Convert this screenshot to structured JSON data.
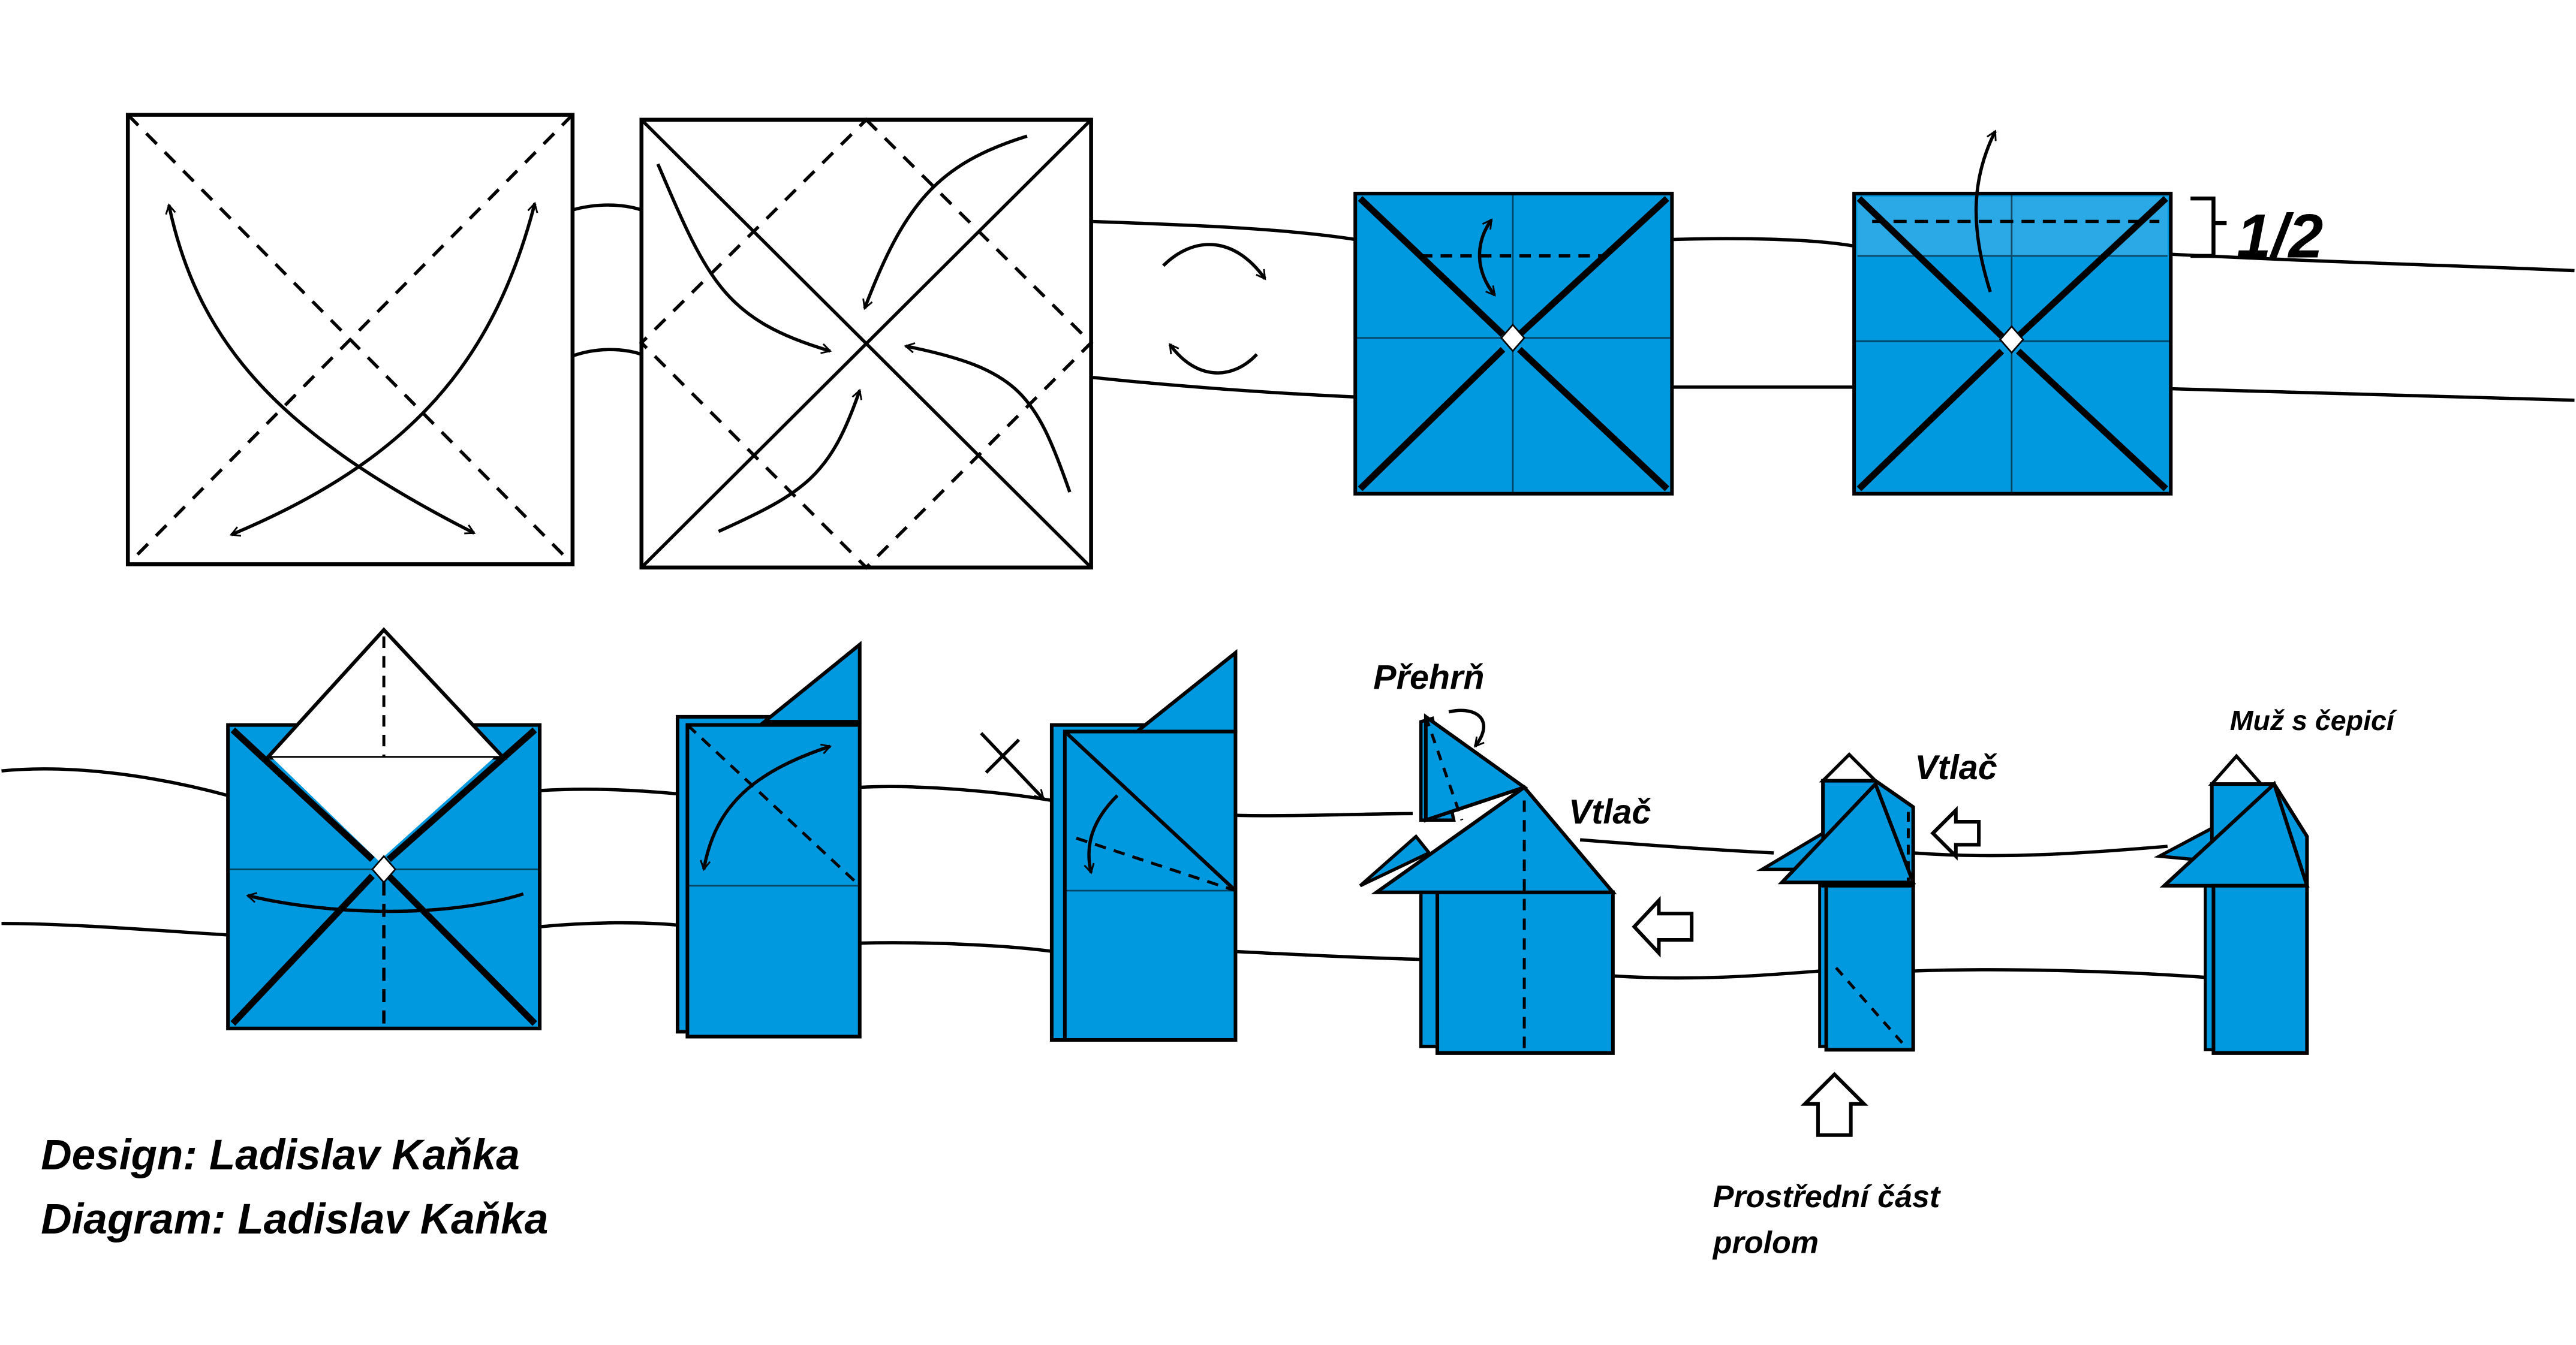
{
  "labels": {
    "half": "1/2",
    "prehrn": "Přehrň",
    "vtlac1": "Vtlač",
    "vtlac2": "Vtlač",
    "muz": "Muž s čepicí",
    "prostredni_line1": "Prostřední část",
    "prostredni_line2": "prolom"
  },
  "credits": {
    "design": "Design: Ladislav Kaňka",
    "diagram": "Diagram: Ladislav Kaňka"
  },
  "colors": {
    "paper_blue": "#0099e0",
    "line": "#000000",
    "background": "#ffffff"
  }
}
